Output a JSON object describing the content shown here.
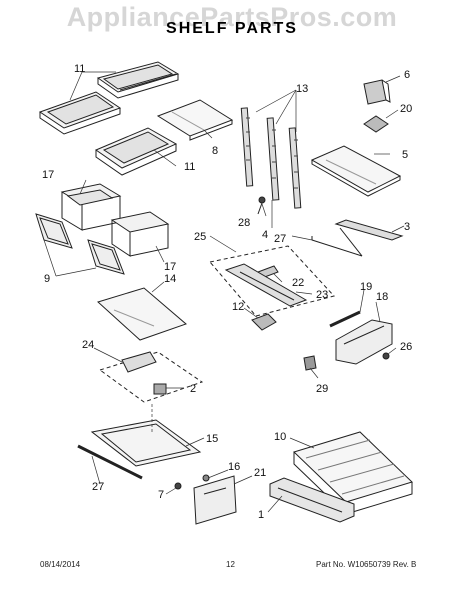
{
  "watermark": "AppliancePartsPros.com",
  "title": "SHELF PARTS",
  "parts": [
    {
      "id": "p11a",
      "label": "11"
    },
    {
      "id": "p8",
      "label": "8"
    },
    {
      "id": "p11b",
      "label": "11"
    },
    {
      "id": "p13",
      "label": "13"
    },
    {
      "id": "p6",
      "label": "6"
    },
    {
      "id": "p20",
      "label": "20"
    },
    {
      "id": "p5",
      "label": "5"
    },
    {
      "id": "p17a",
      "label": "17"
    },
    {
      "id": "p28",
      "label": "28"
    },
    {
      "id": "p4",
      "label": "4"
    },
    {
      "id": "p3",
      "label": "3"
    },
    {
      "id": "p25",
      "label": "25"
    },
    {
      "id": "p27a",
      "label": "27"
    },
    {
      "id": "p9",
      "label": "9"
    },
    {
      "id": "p17b",
      "label": "17"
    },
    {
      "id": "p14",
      "label": "14"
    },
    {
      "id": "p22",
      "label": "22"
    },
    {
      "id": "p23",
      "label": "23"
    },
    {
      "id": "p19",
      "label": "19"
    },
    {
      "id": "p18",
      "label": "18"
    },
    {
      "id": "p12",
      "label": "12"
    },
    {
      "id": "p24",
      "label": "24"
    },
    {
      "id": "p26",
      "label": "26"
    },
    {
      "id": "p2",
      "label": "2"
    },
    {
      "id": "p29",
      "label": "29"
    },
    {
      "id": "p10",
      "label": "10"
    },
    {
      "id": "p15",
      "label": "15"
    },
    {
      "id": "p16",
      "label": "16"
    },
    {
      "id": "p21",
      "label": "21"
    },
    {
      "id": "p27b",
      "label": "27"
    },
    {
      "id": "p7",
      "label": "7"
    },
    {
      "id": "p1",
      "label": "1"
    }
  ],
  "footer": {
    "date": "08/14/2014",
    "page": "12",
    "part_no": "Part No.  W10650739  Rev.  B"
  }
}
